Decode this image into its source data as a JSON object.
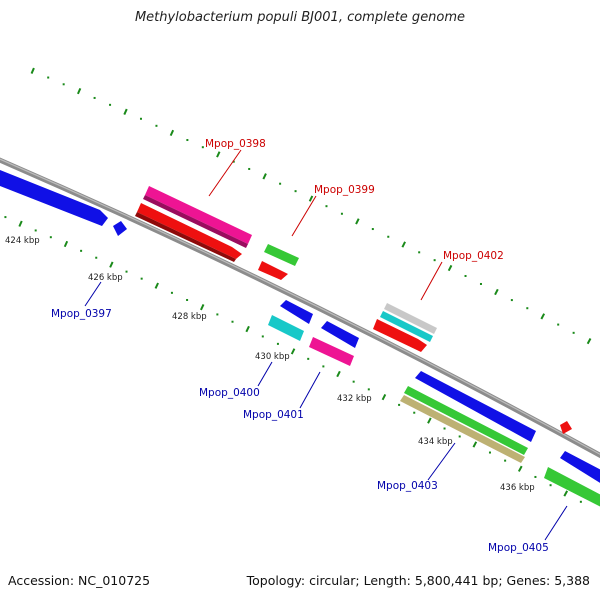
{
  "title": "Methylobacterium populi BJ001, complete genome",
  "footer": {
    "accession": "Accession: NC_010725",
    "summary": "Topology: circular; Length: 5,800,441 bp; Genes: 5,388"
  },
  "tick_labels": [
    "424 kbp",
    "426 kbp",
    "428 kbp",
    "430 kbp",
    "432 kbp",
    "434 kbp",
    "436 kbp"
  ],
  "gene_labels": {
    "red": [
      "Mpop_0398",
      "Mpop_0399",
      "Mpop_0402"
    ],
    "blue": [
      "Mpop_0397",
      "Mpop_0400",
      "Mpop_0401",
      "Mpop_0403",
      "Mpop_0405"
    ]
  },
  "colors": {
    "backbone": "#8c8c8c",
    "blue": "#1010e6",
    "red": "#ee1010",
    "magenta": "#ee1493",
    "green": "#36c836",
    "cyan": "#18c8c8",
    "gray": "#c0c0c0",
    "tan": "#bdb173",
    "tick": "#1a8a1a",
    "label_red": "#cc0000",
    "label_blue": "#0000aa"
  }
}
